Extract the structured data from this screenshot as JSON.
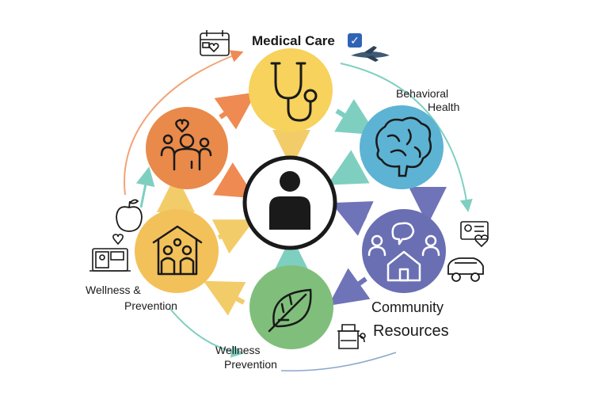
{
  "labels": {
    "medical_care": "Medical Care",
    "behavioral_line1": "Behavioral",
    "behavioral_line2": "Health",
    "community_line1": "Community",
    "community_line2": "Resources",
    "wellness_prev_line1": "Wellness &",
    "wellness_prev_line2": "Prevention",
    "wellness_bottom_line1": "Wellness",
    "wellness_bottom_line2": "Prevention"
  },
  "check_glyph": "✓",
  "colors": {
    "medical": "#f7d25c",
    "behavioral": "#5db3d3",
    "community": "#6a6fb3",
    "wellness_green": "#7fbf7b",
    "wellness_yellow": "#f3c15a",
    "social_orange": "#e98a4a",
    "center_ring": "#1a1a1a",
    "arrow_orange": "#ef8a52",
    "arrow_teal": "#7fcfc0",
    "arrow_purple": "#6f73b8",
    "arrow_yellow": "#f3cc6a",
    "arrow_gray": "#8aa6c8"
  },
  "nodes": [
    {
      "id": "center",
      "icon": "person-icon"
    },
    {
      "id": "medical",
      "icon": "stethoscope-icon"
    },
    {
      "id": "behavioral",
      "icon": "brain-icon"
    },
    {
      "id": "community",
      "icon": "community-icon"
    },
    {
      "id": "wellness-green",
      "icon": "leaf-icon"
    },
    {
      "id": "wellness-yellow",
      "icon": "family-home-icon"
    },
    {
      "id": "social-orange",
      "icon": "care-team-icon"
    }
  ],
  "side_icons": [
    "calendar-heart-icon",
    "airplane-icon",
    "id-card-heart-icon",
    "car-icon",
    "apple-icon",
    "tablet-heart-icon",
    "kettle-icon"
  ]
}
